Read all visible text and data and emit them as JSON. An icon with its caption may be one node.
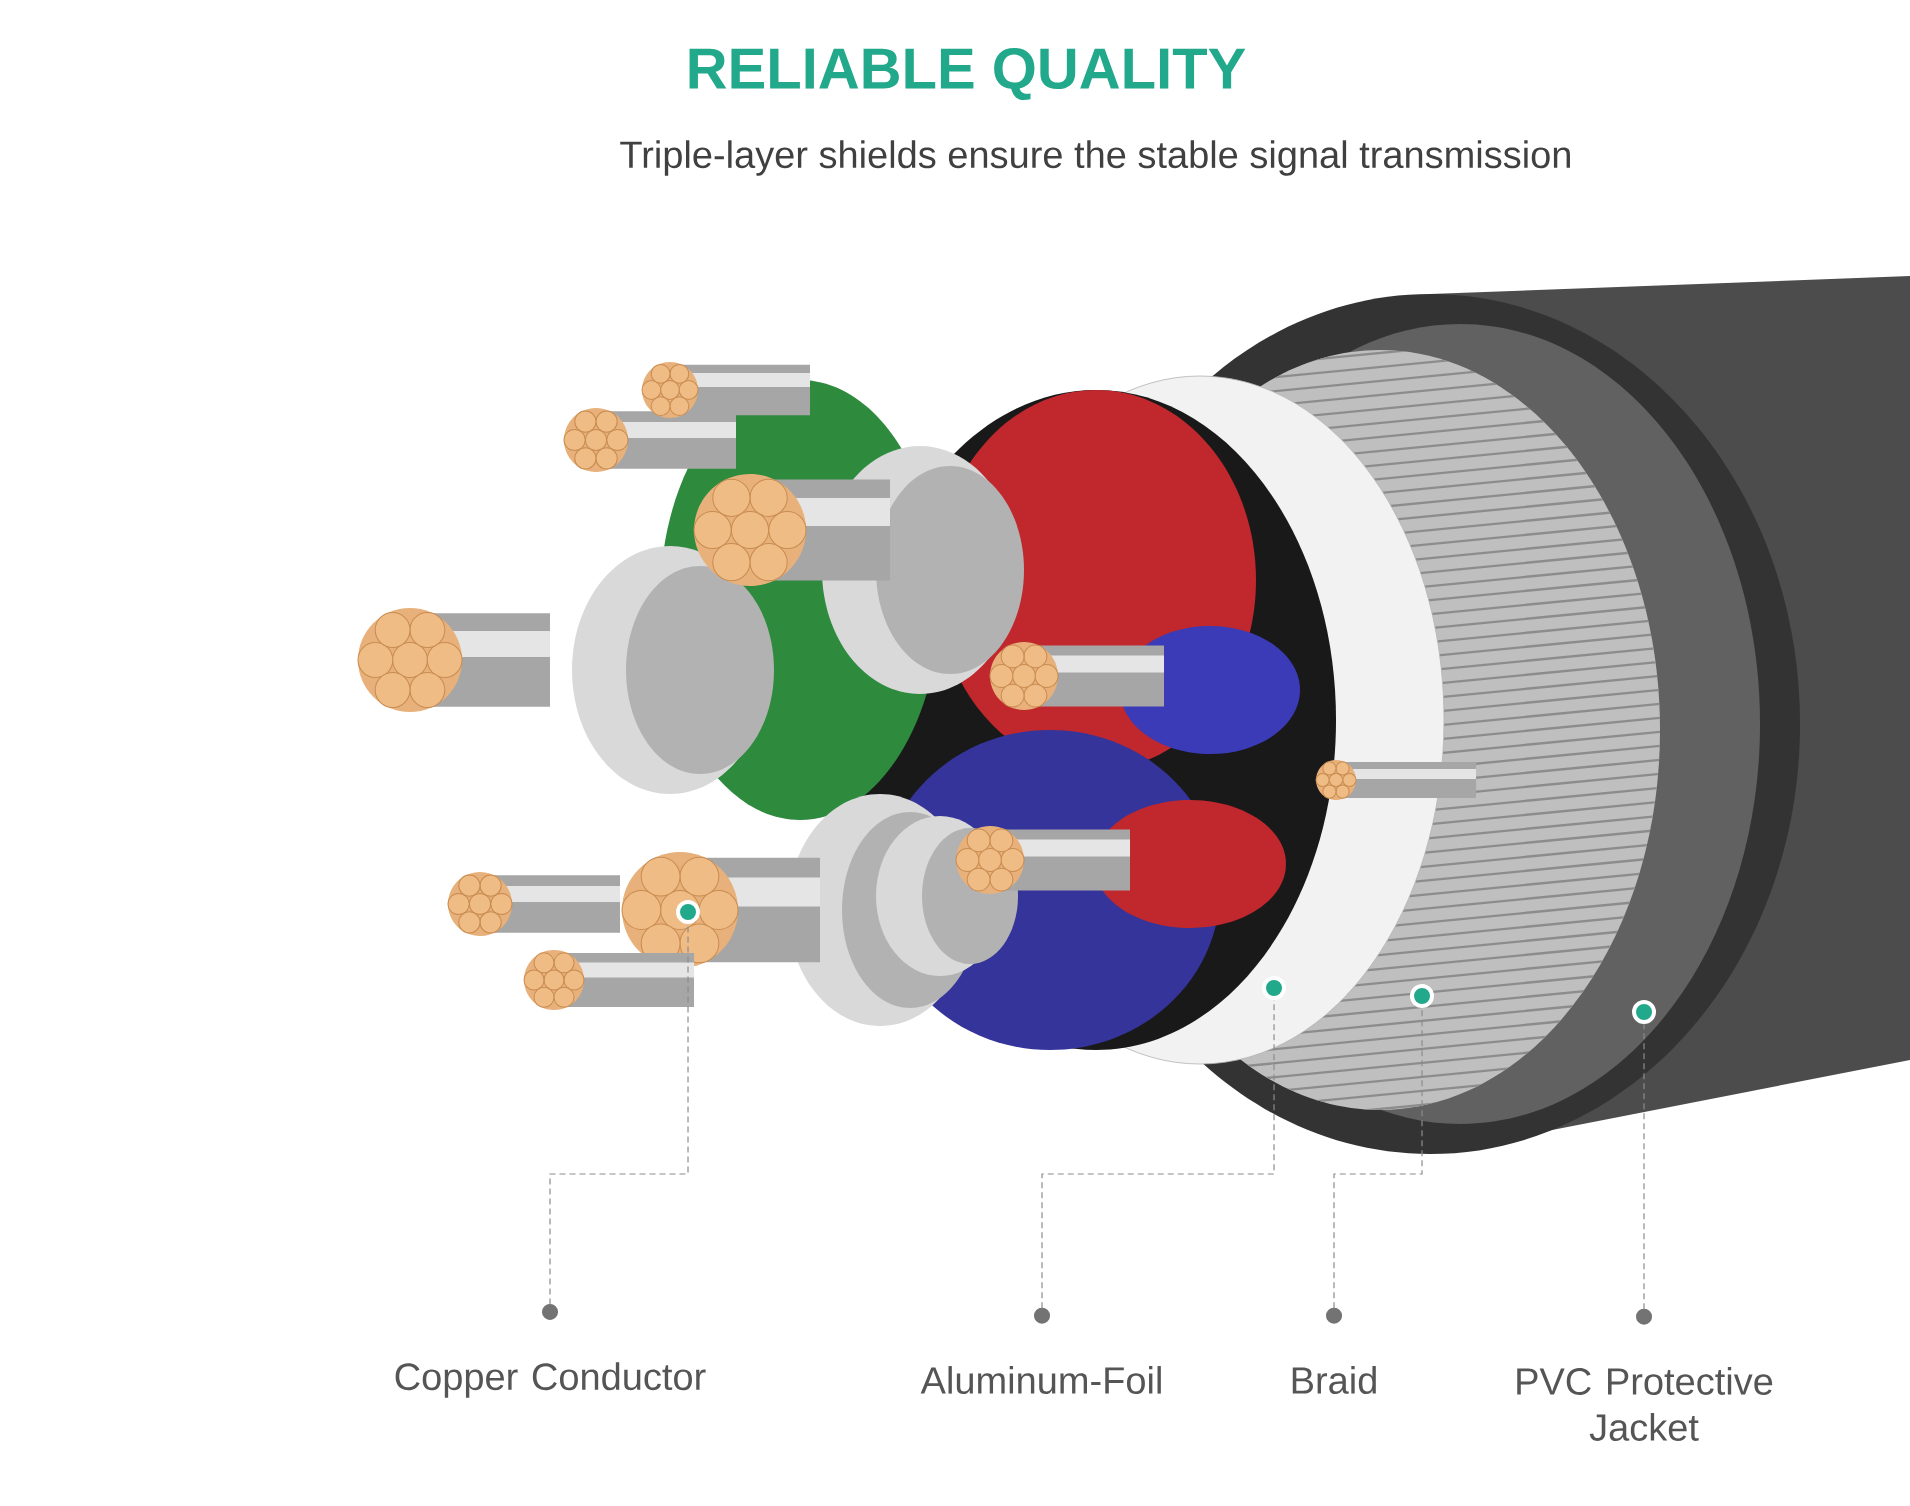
{
  "diagram": {
    "title": "RELIABLE QUALITY",
    "caption": "Triple-layer shields ensure the stable signal transmission",
    "nodes": [
      {
        "text": [
          "Copper Conductor"
        ]
      },
      {
        "text": [
          "Aluminum-Foil"
        ]
      },
      {
        "text": [
          "Braid"
        ]
      },
      {
        "text": [
          "PVC Protective Jacket"
        ]
      },
      {
        "text": [],
        "shape": "circle"
      },
      {
        "text": [],
        "shape": "circle"
      },
      {
        "text": [],
        "shape": "circle"
      },
      {
        "text": [],
        "shape": "circle"
      }
    ],
    "edges": [
      {
        "from": 0,
        "to": 4,
        "arrow": "other"
      },
      {
        "from": 1,
        "to": 5,
        "arrow": "other"
      },
      {
        "from": 2,
        "to": 6,
        "arrow": "other"
      },
      {
        "from": 3,
        "to": 7,
        "arrow": "other"
      }
    ]
  }
}
